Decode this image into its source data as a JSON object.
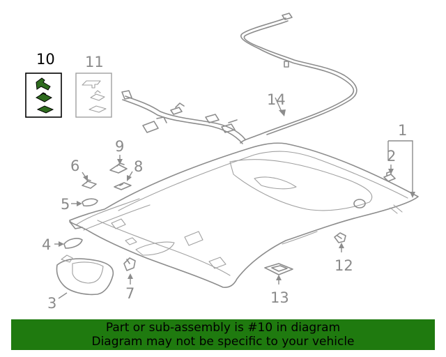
{
  "callouts": {
    "c1": "1",
    "c2": "2",
    "c3": "3",
    "c4": "4",
    "c5": "5",
    "c6": "6",
    "c7": "7",
    "c8": "8",
    "c9": "9",
    "c10": "10",
    "c11": "11",
    "c12": "12",
    "c13": "13",
    "c14": "14"
  },
  "footer": {
    "line1": "Part or sub-assembly is #10 in diagram",
    "line2": "Diagram may not be specific to your vehicle"
  },
  "colors": {
    "highlight_part": "#2e6b1e",
    "footer_background": "#1f7a0f",
    "line_art": "#8c8c8c"
  }
}
